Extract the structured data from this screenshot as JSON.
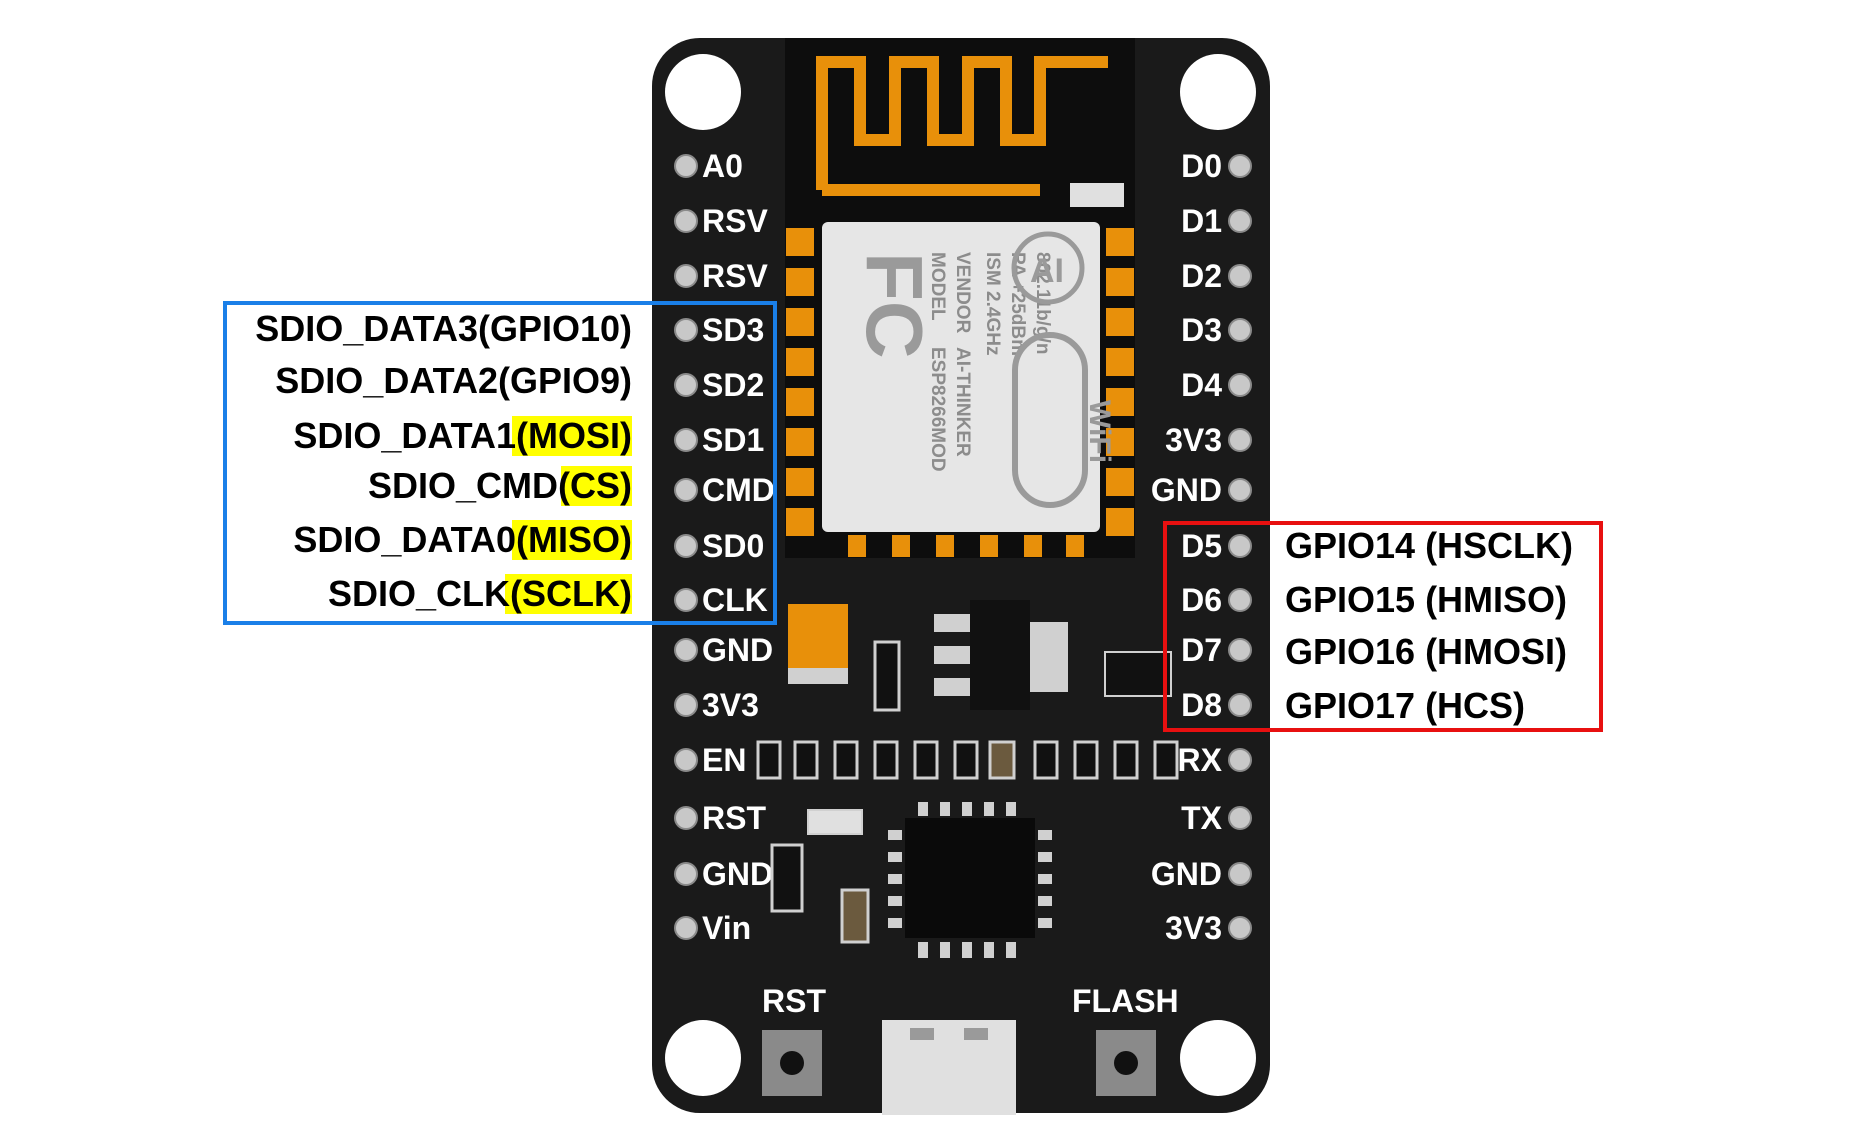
{
  "board": {
    "left_pins": [
      "A0",
      "RSV",
      "RSV",
      "SD3",
      "SD2",
      "SD1",
      "CMD",
      "SD0",
      "CLK",
      "GND",
      "3V3",
      "EN",
      "RST",
      "GND",
      "Vin"
    ],
    "right_pins": [
      "D0",
      "D1",
      "D2",
      "D3",
      "D4",
      "3V3",
      "GND",
      "D5",
      "D6",
      "D7",
      "D8",
      "RX",
      "TX",
      "GND",
      "3V3"
    ],
    "buttons": {
      "rst": "RST",
      "flash": "FLASH"
    },
    "module_text": {
      "line1": "MODEL",
      "line2": "VENDOR",
      "line3": "ESP8266MOD",
      "line4": "AI-THINKER",
      "line5": "ISM 2.4GHz",
      "line6": "PA +25dBm",
      "line7": "802.11b/g/n",
      "fc": "FC",
      "ai": "AI",
      "wifi": "WiFi"
    }
  },
  "sdio_labels": [
    {
      "prefix": "SDIO_DATA3(GPIO10)",
      "highlight": ""
    },
    {
      "prefix": "SDIO_DATA2(GPIO9)",
      "highlight": ""
    },
    {
      "prefix": "SDIO_DATA1",
      "highlight": "(MOSI)"
    },
    {
      "prefix": "SDIO_CMD",
      "highlight": "(CS)"
    },
    {
      "prefix": "SDIO_DATA0",
      "highlight": "(MISO)"
    },
    {
      "prefix": "SDIO_CLK",
      "highlight": "(SCLK)"
    }
  ],
  "hspi_labels": [
    "GPIO14 (HSCLK)",
    "GPIO15 (HMISO)",
    "GPIO16 (HMOSI)",
    "GPIO17 (HCS)"
  ],
  "colors": {
    "board": "#1a1a1a",
    "antenna": "#e8900a",
    "pad_gold": "#d4a020",
    "blue_box": "#1a7fe8",
    "red_box": "#e81010",
    "highlight": "#ffff00"
  }
}
